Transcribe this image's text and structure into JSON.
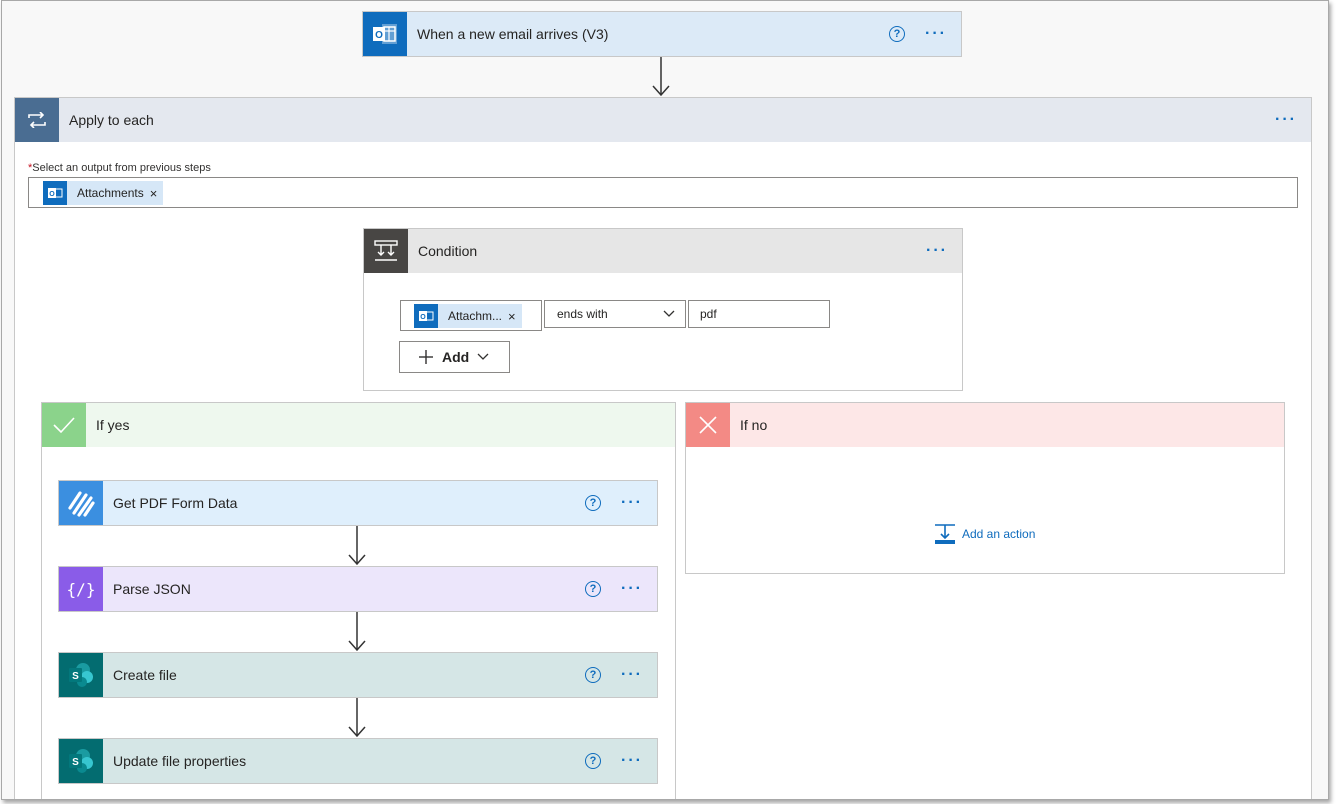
{
  "trigger": {
    "title": "When a new email arrives (V3)",
    "help": "?",
    "more": "···"
  },
  "apply_each": {
    "title": "Apply to each",
    "more": "···",
    "field_required": "*",
    "field_label": "Select an output from previous steps",
    "token_label": "Attachments",
    "token_remove": "×"
  },
  "condition": {
    "title": "Condition",
    "more": "···",
    "left_token": "Attachm...",
    "left_remove": "×",
    "operator": "ends with",
    "value": "pdf",
    "add_label": "Add"
  },
  "if_yes": {
    "title": "If yes",
    "steps": [
      {
        "title": "Get PDF Form Data",
        "help": "?",
        "more": "···"
      },
      {
        "title": "Parse JSON",
        "help": "?",
        "more": "···"
      },
      {
        "title": "Create file",
        "help": "?",
        "more": "···"
      },
      {
        "title": "Update file properties",
        "help": "?",
        "more": "···"
      }
    ]
  },
  "if_no": {
    "title": "If no",
    "add_action": "Add an action"
  },
  "colors": {
    "outlook_blue": "#0f6cbd",
    "trigger_bg": "#dceaf7",
    "loop_header": "#4a6d92",
    "condition_header": "#484644",
    "yes_green": "#8bd38b",
    "no_red": "#f38a85",
    "pdf_blue": "#3b8fe0",
    "json_purple": "#8a5ce8",
    "sharepoint_teal": "#036c70"
  },
  "icons": {
    "trigger": "outlook-icon",
    "loop": "loop-icon",
    "condition": "condition-icon",
    "yes": "check-icon",
    "no": "close-icon",
    "pdf": "pdf-form-icon",
    "json": "braces-icon",
    "sharepoint": "sharepoint-icon",
    "add_action": "add-action-icon"
  }
}
